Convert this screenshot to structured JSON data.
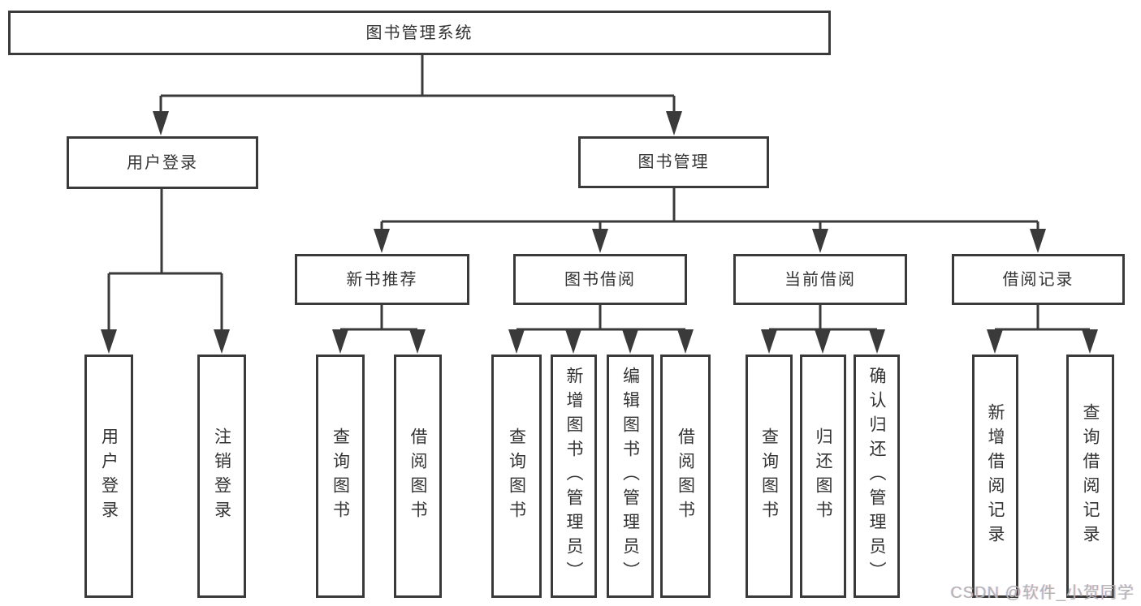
{
  "tree": {
    "root": "图书管理系统",
    "children": [
      {
        "label": "用户登录",
        "children": [
          "用户登录",
          "注销登录"
        ]
      },
      {
        "label": "图书管理",
        "children": [
          {
            "label": "新书推荐",
            "children": [
              "查询图书",
              "借阅图书"
            ]
          },
          {
            "label": "图书借阅",
            "children": [
              "查询图书",
              "新增图书（管理员）",
              "编辑图书（管理员）",
              "借阅图书"
            ]
          },
          {
            "label": "当前借阅",
            "children": [
              "查询图书",
              "归还图书",
              "确认归还（管理员）"
            ]
          },
          {
            "label": "借阅记录",
            "children": [
              "新增借阅记录",
              "查询借阅记录"
            ]
          }
        ]
      }
    ]
  },
  "watermark": {
    "text": "CSDN @软件_小贺同学"
  },
  "colors": {
    "line": "#3a3a3a",
    "box_border": "#3a3a3a",
    "text": "#333333",
    "watermark": "#b3b3b3",
    "background": "#ffffff"
  }
}
